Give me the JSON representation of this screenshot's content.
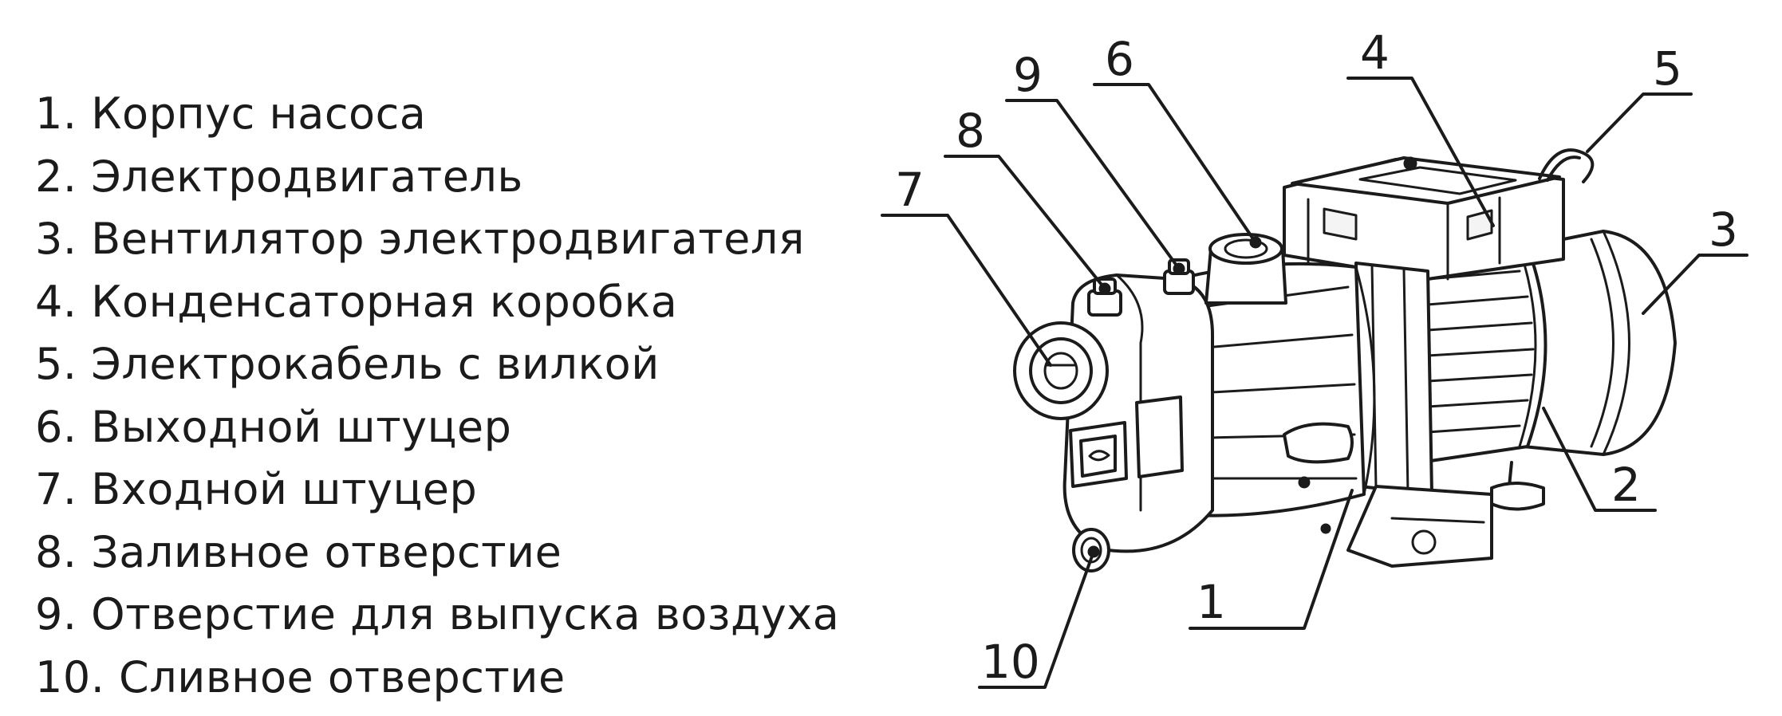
{
  "legend": {
    "items": [
      "1. Корпус насоса",
      "2. Электродвигатель",
      "3. Вентилятор электродвигателя",
      "4. Конденсаторная коробка",
      "5. Электрокабель с вилкой",
      "6. Выходной штуцер",
      "7. Входной штуцер",
      "8. Заливное отверстие",
      "9. Отверстие для выпуска воздуха",
      "10. Сливное отверстие"
    ]
  },
  "callouts": {
    "n1": "1",
    "n2": "2",
    "n3": "3",
    "n4": "4",
    "n5": "5",
    "n6": "6",
    "n7": "7",
    "n8": "8",
    "n9": "9",
    "n10": "10"
  },
  "colors": {
    "ink": "#1b1b1b",
    "background": "#ffffff"
  }
}
